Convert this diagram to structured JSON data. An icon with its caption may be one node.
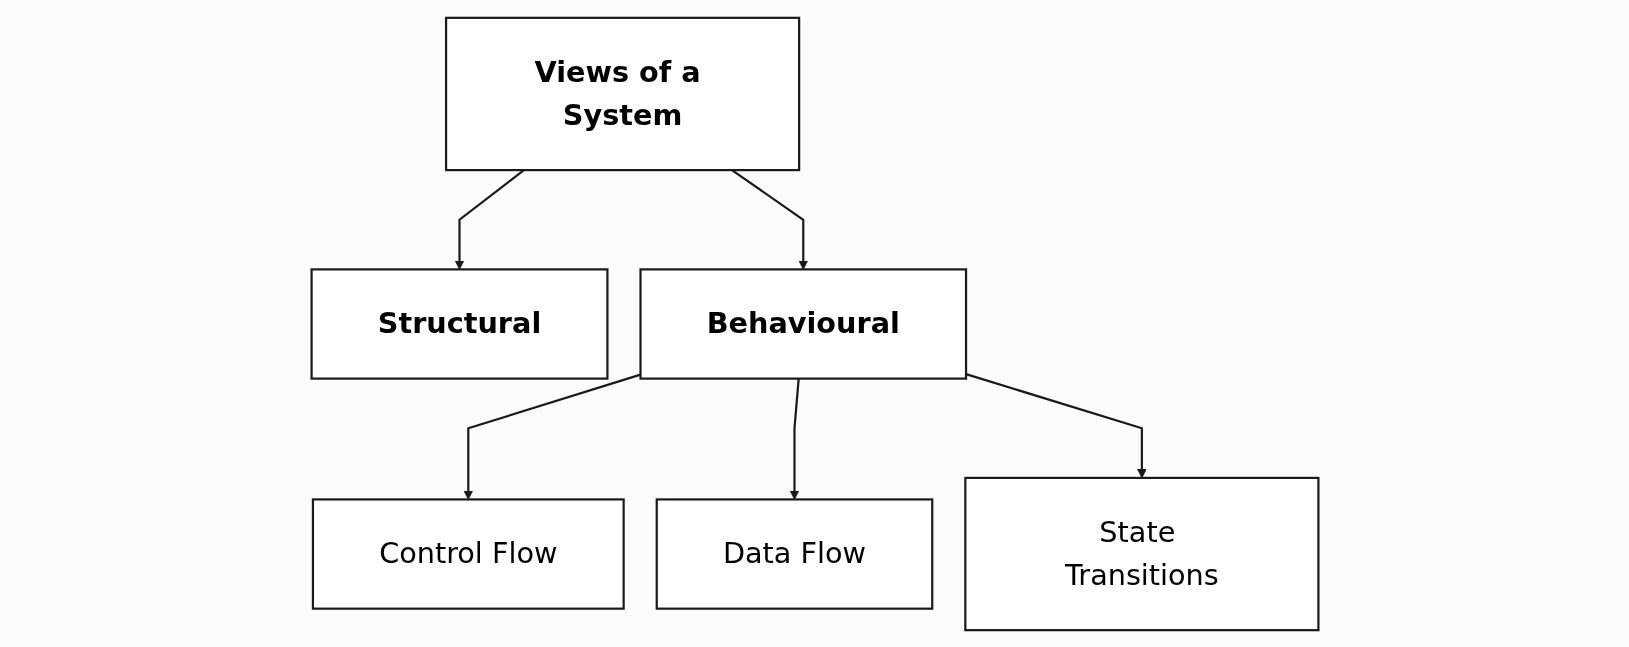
{
  "diagram": {
    "nodes": [
      {
        "text": [
          "Views of a System"
        ]
      },
      {
        "text": [
          "Structural"
        ]
      },
      {
        "text": [
          "Behavioural"
        ]
      },
      {
        "text": [
          "Control Flow"
        ]
      },
      {
        "text": [
          "Data Flow"
        ]
      },
      {
        "text": [
          "State Transitions"
        ]
      }
    ],
    "edges": [
      {
        "from": 0,
        "to": 1,
        "arrow": "to"
      },
      {
        "from": 0,
        "to": 2,
        "arrow": "to"
      },
      {
        "from": 2,
        "to": 3,
        "arrow": "to"
      },
      {
        "from": 2,
        "to": 4,
        "arrow": "to"
      },
      {
        "from": 2,
        "to": 5,
        "arrow": "to"
      }
    ]
  }
}
